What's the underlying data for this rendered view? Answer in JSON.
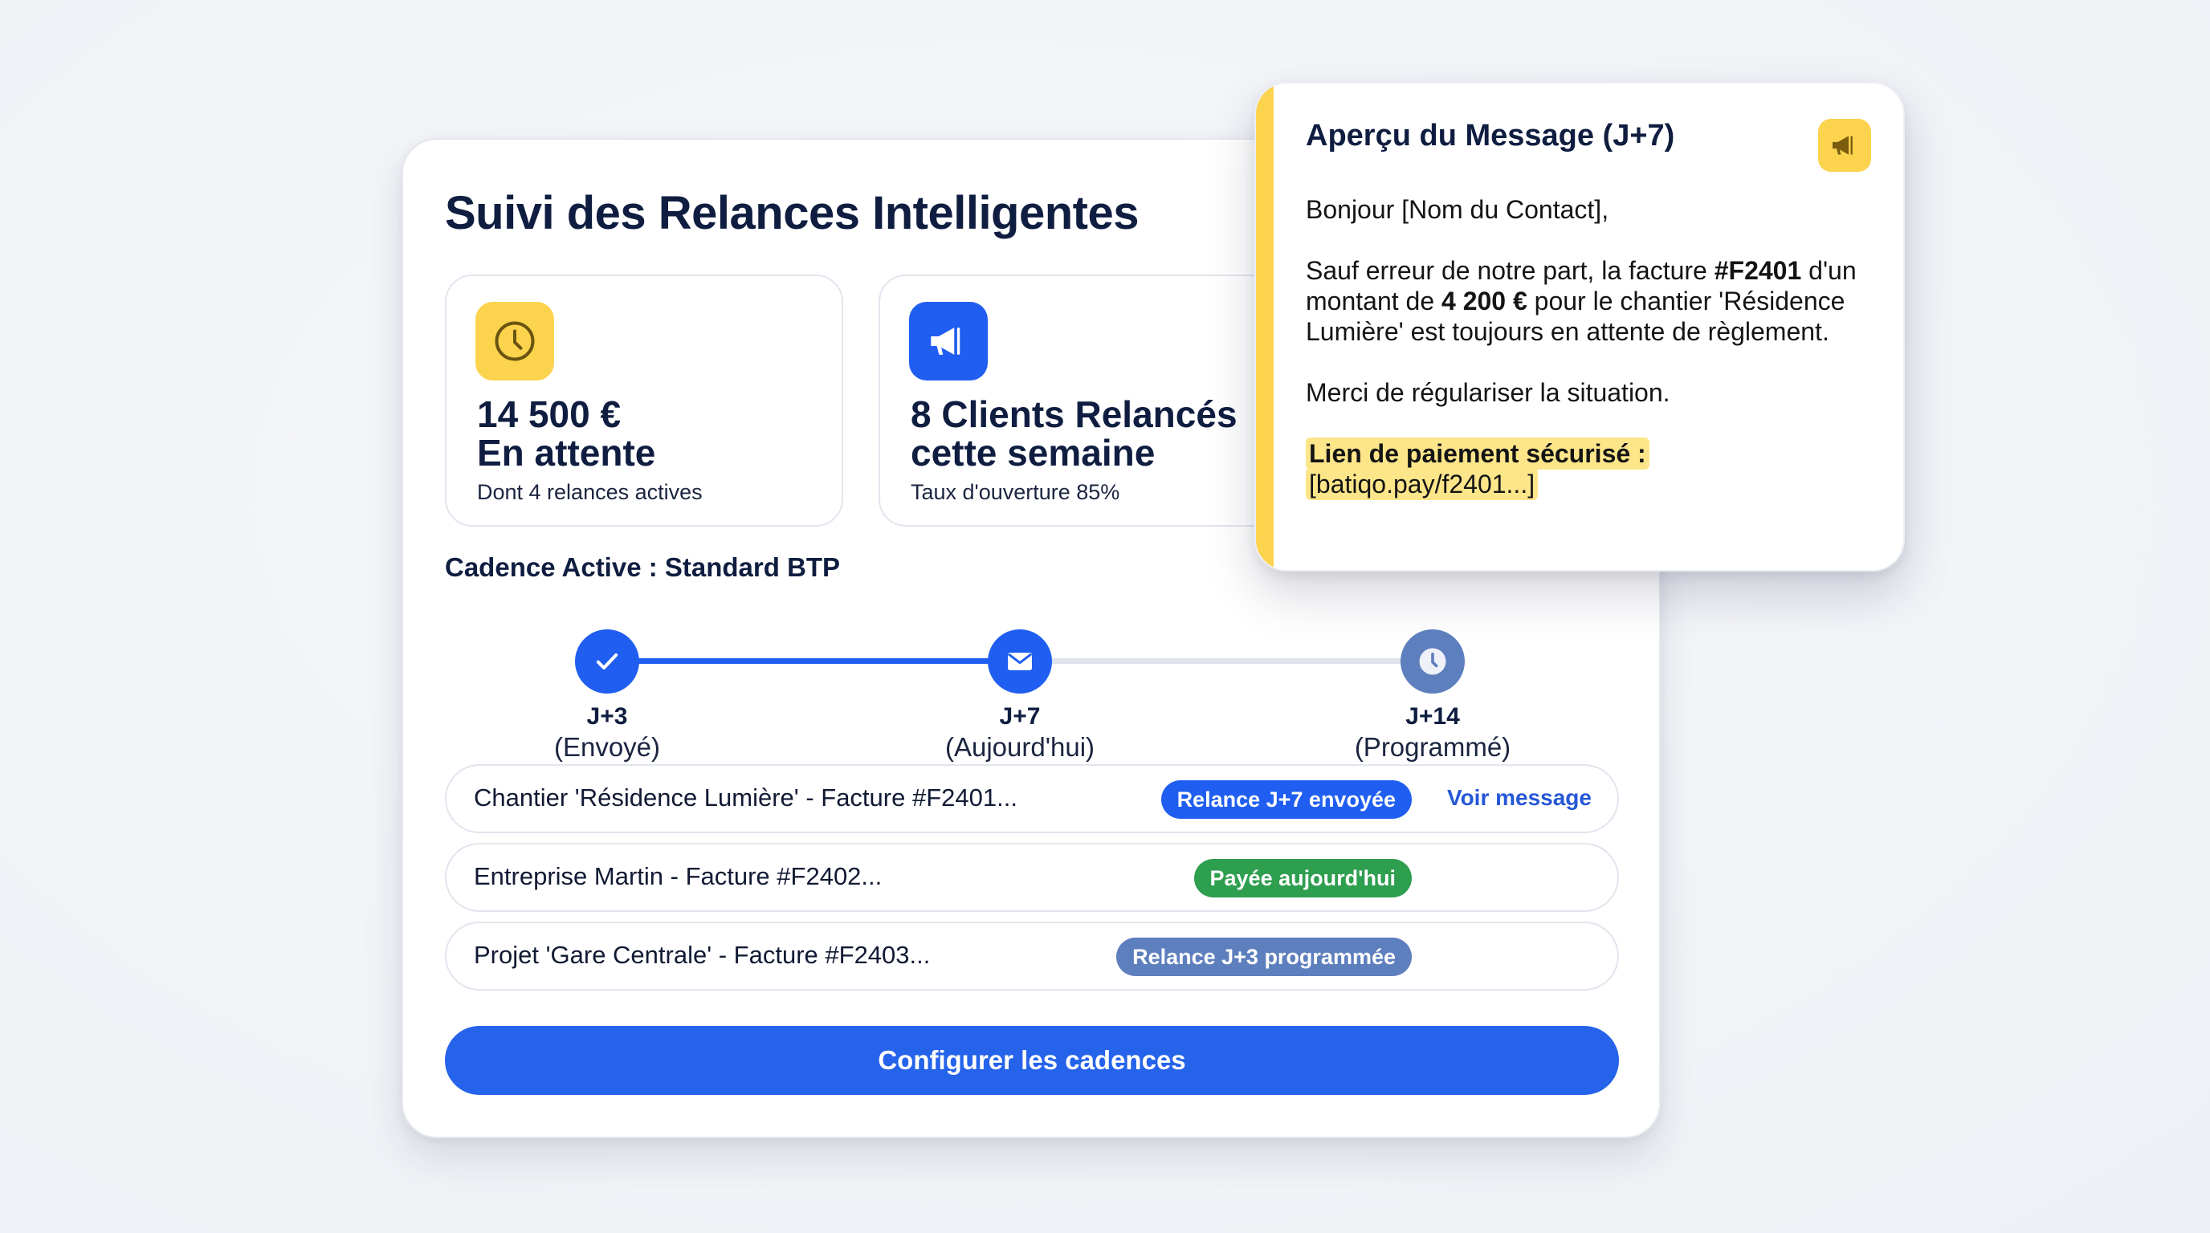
{
  "colors": {
    "primary_blue": "#1f5ef0",
    "cta_blue": "#2563eb",
    "accent_yellow": "#fcd34d",
    "success_green": "#2e9e4f",
    "muted_blue": "#5e7fbe",
    "text_dark": "#0f1d40",
    "link_blue": "#2557d6"
  },
  "main": {
    "title": "Suivi des Relances Intelligentes",
    "stats": [
      {
        "icon": "clock-icon",
        "value_line1": "14 500 €",
        "value_line2": "En attente",
        "sub": "Dont 4 relances actives"
      },
      {
        "icon": "megaphone-icon",
        "value_line1": "8 Clients Relancés",
        "value_line2": "cette semaine",
        "sub": "Taux d'ouverture 85%"
      }
    ],
    "cadence_label": "Cadence Active : Standard BTP",
    "timeline": [
      {
        "day": "J+3",
        "state": "(Envoyé)",
        "icon": "check-icon",
        "status": "done"
      },
      {
        "day": "J+7",
        "state": "(Aujourd'hui)",
        "icon": "envelope-icon",
        "status": "current"
      },
      {
        "day": "J+14",
        "state": "(Programmé)",
        "icon": "clock-icon",
        "status": "scheduled"
      }
    ],
    "invoices": [
      {
        "title": "Chantier 'Résidence Lumière' - Facture #F2401...",
        "badge": "Relance J+7 envoyée",
        "badge_color": "#1f5ef0",
        "link": "Voir message"
      },
      {
        "title": "Entreprise Martin - Facture #F2402...",
        "badge": "Payée aujourd'hui",
        "badge_color": "#2e9e4f"
      },
      {
        "title": "Projet 'Gare Centrale' - Facture #F2403...",
        "badge": "Relance J+3 programmée",
        "badge_color": "#5e7fbe"
      }
    ],
    "cta_label": "Configurer les cadences"
  },
  "preview": {
    "title": "Aperçu du Message (J+7)",
    "icon": "megaphone-icon",
    "greeting": "Bonjour [Nom du Contact],",
    "body_pre": "Sauf erreur de notre part, la facture ",
    "invoice_ref": "#F2401",
    "body_mid": " d'un montant de ",
    "amount": "4 200 €",
    "body_post": " pour le chantier 'Résidence Lumière' est toujours en attente de règlement.",
    "closing": "Merci de régulariser la situation.",
    "pay_label": "Lien de paiement sécurisé :",
    "pay_link": "[batiqo.pay/f2401...]"
  }
}
